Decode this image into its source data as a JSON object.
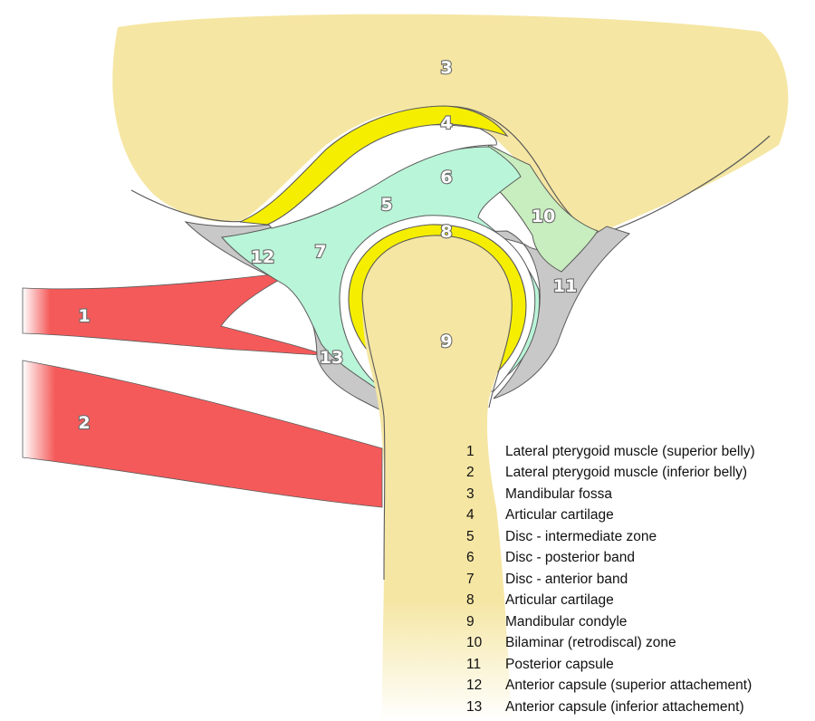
{
  "colors": {
    "bone": "#f5e6a3",
    "cartilage": "#f5ee00",
    "disc": "#b9f5d8",
    "bilaminar": "#c8edbe",
    "capsule": "#c8c8c8",
    "muscle": "#f55a5a",
    "outline": "#4a4a4a"
  },
  "labels": [
    "1",
    "2",
    "3",
    "4",
    "5",
    "6",
    "7",
    "8",
    "9",
    "10",
    "11",
    "12",
    "13"
  ],
  "legend": [
    {
      "num": "1",
      "text": "Lateral pterygoid muscle (superior belly)"
    },
    {
      "num": "2",
      "text": "Lateral pterygoid muscle (inferior belly)"
    },
    {
      "num": "3",
      "text": "Mandibular fossa"
    },
    {
      "num": "4",
      "text": "Articular cartilage"
    },
    {
      "num": "5",
      "text": "Disc - intermediate zone"
    },
    {
      "num": "6",
      "text": "Disc - posterior band"
    },
    {
      "num": "7",
      "text": "Disc - anterior band"
    },
    {
      "num": "8",
      "text": "Articular cartilage"
    },
    {
      "num": "9",
      "text": "Mandibular condyle"
    },
    {
      "num": "10",
      "text": "Bilaminar (retrodiscal) zone"
    },
    {
      "num": "11",
      "text": "Posterior capsule"
    },
    {
      "num": "12",
      "text": "Anterior capsule (superior attachement)"
    },
    {
      "num": "13",
      "text": "Anterior capsule (inferior attachement)"
    }
  ]
}
